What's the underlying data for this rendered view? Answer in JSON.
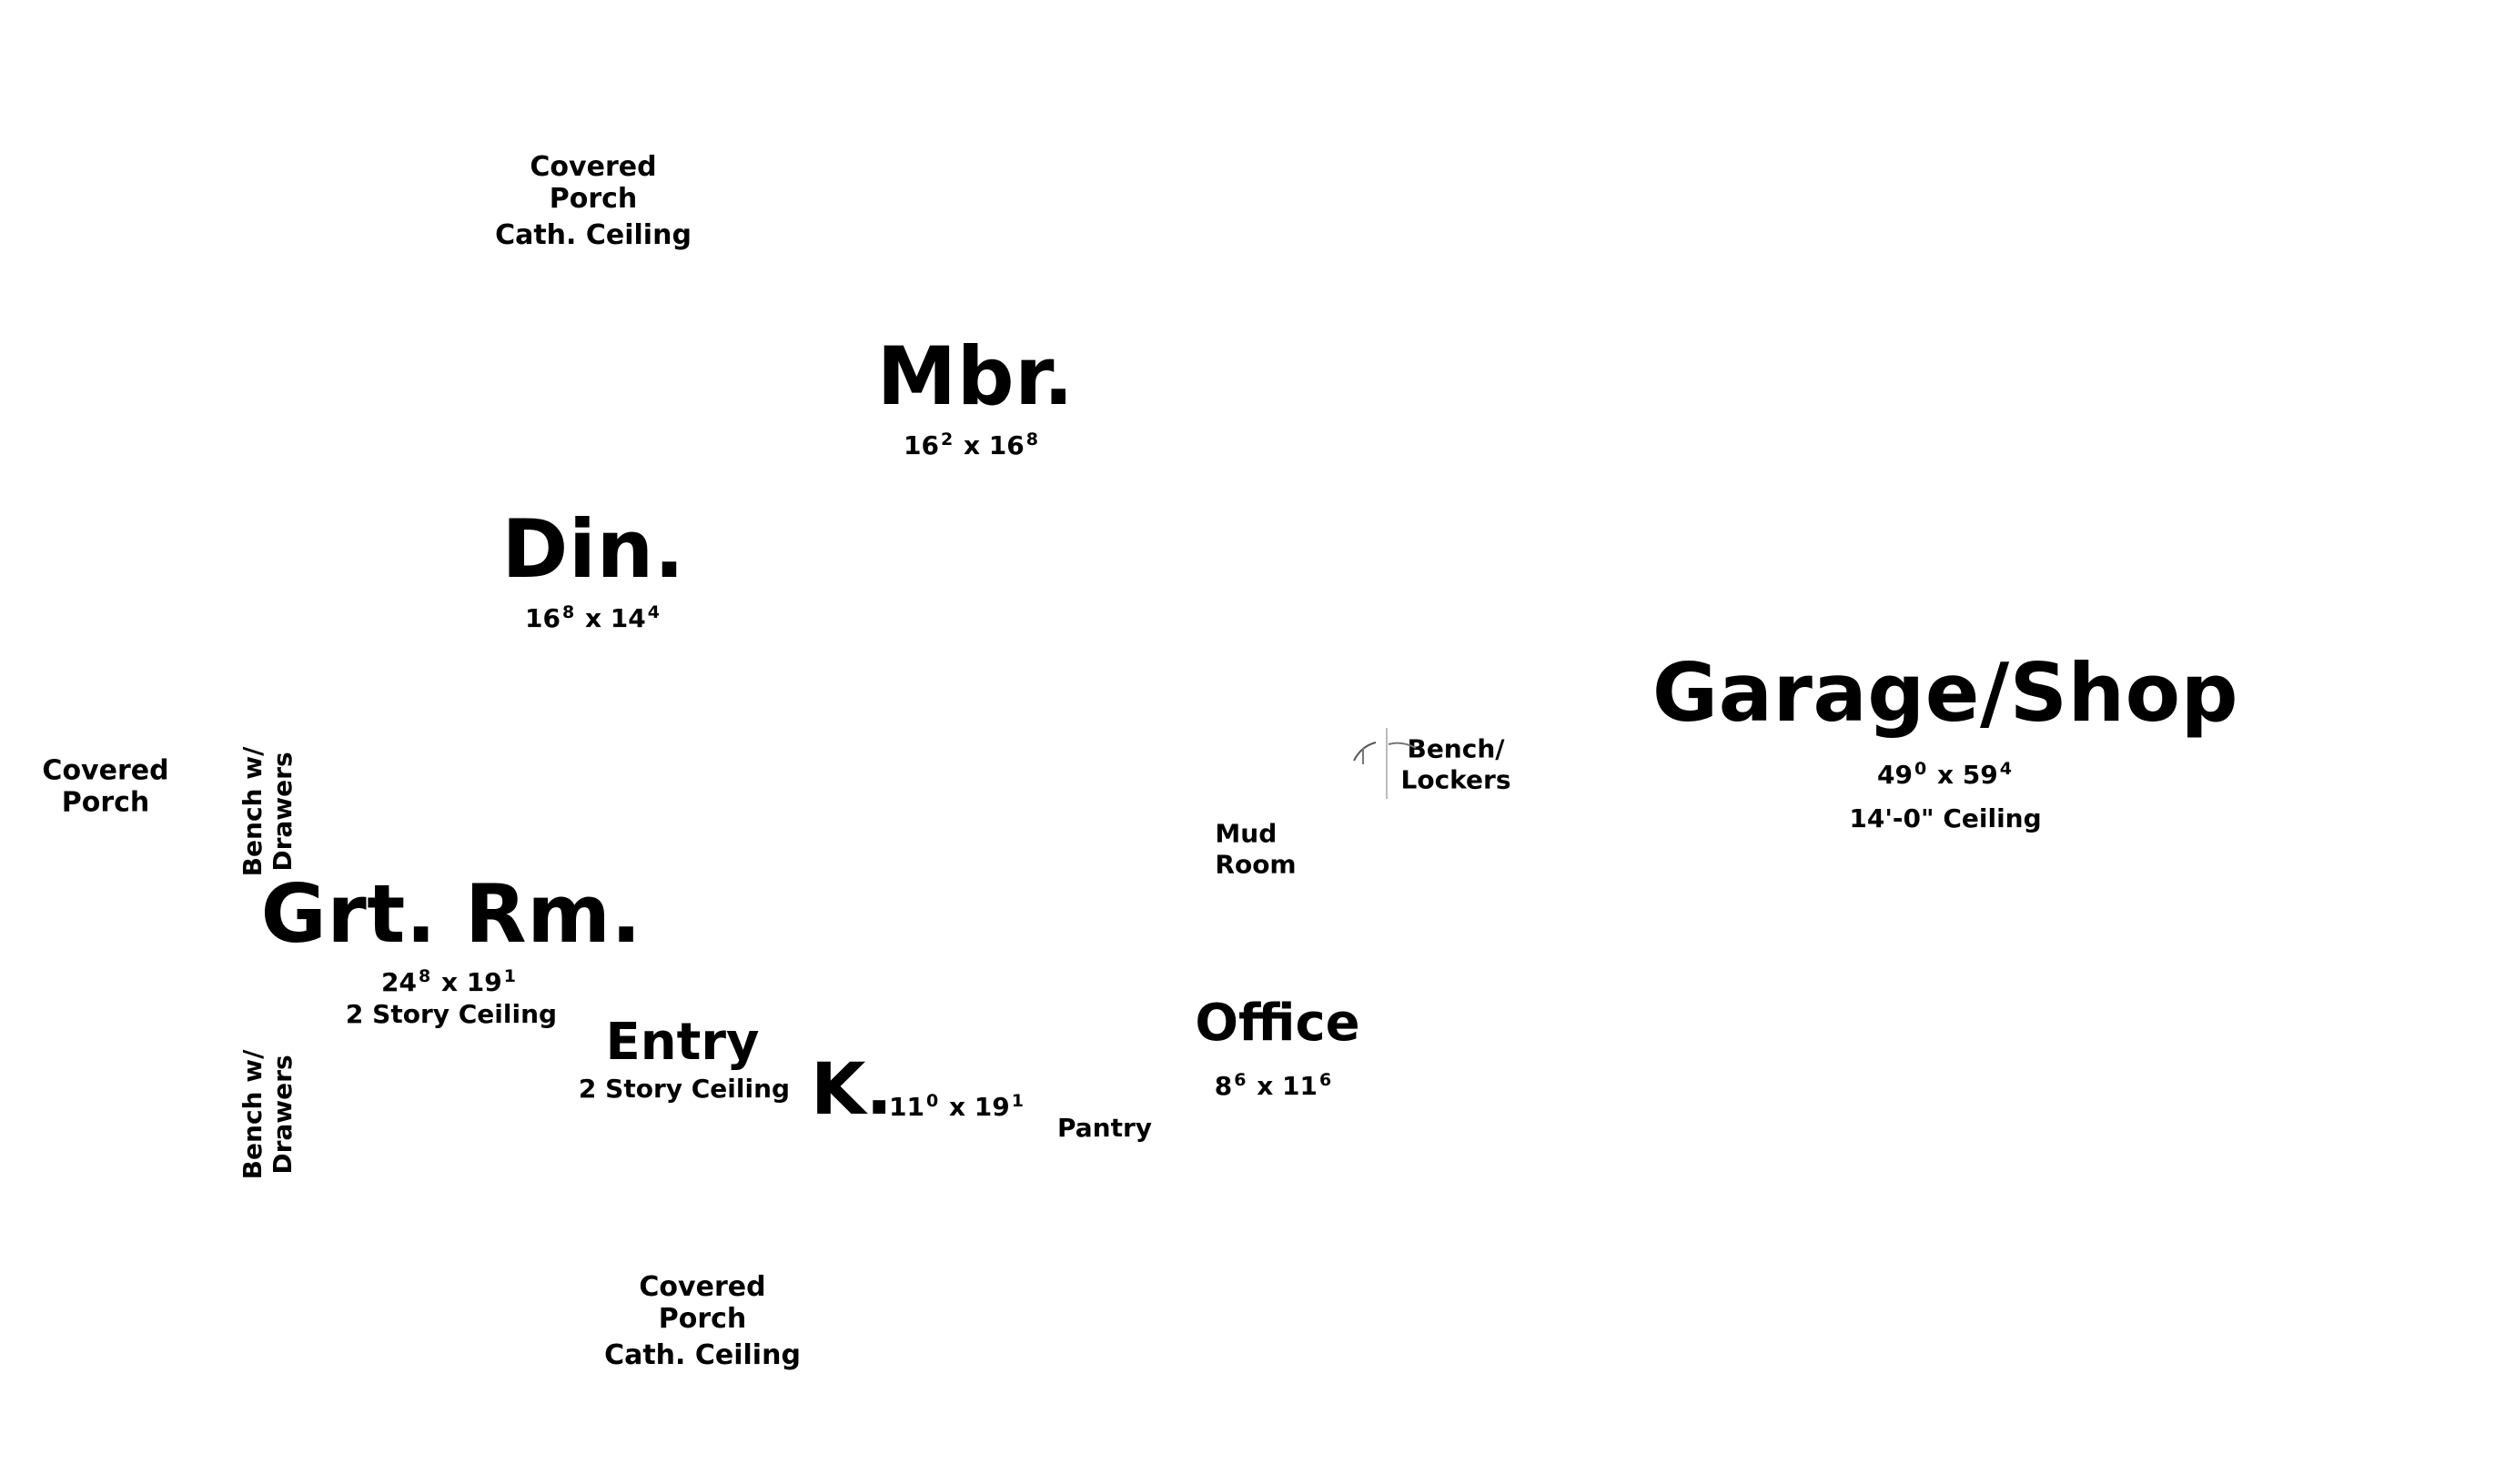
{
  "rooms": {
    "porch_top": {
      "line1": "Covered",
      "line2": "Porch",
      "line3": "Cath. Ceiling"
    },
    "mbr": {
      "name": "Mbr.",
      "w": "16",
      "w_in": "2",
      "x": "x",
      "l": "16",
      "l_in": "8"
    },
    "din": {
      "name": "Din.",
      "w": "16",
      "w_in": "8",
      "x": "x",
      "l": "14",
      "l_in": "4"
    },
    "porch_left": {
      "line1": "Covered",
      "line2": "Porch"
    },
    "bench_upper": {
      "line1": "Bench w/",
      "line2": "Drawers"
    },
    "grt_rm": {
      "name": "Grt. Rm.",
      "w": "24",
      "w_in": "8",
      "x": "x",
      "l": "19",
      "l_in": "1",
      "note": "2 Story Ceiling"
    },
    "bench_lower": {
      "line1": "Bench w/",
      "line2": "Drawers"
    },
    "entry": {
      "name": "Entry",
      "note": "2 Story Ceiling"
    },
    "kitchen": {
      "name": "K.",
      "w": "11",
      "w_in": "0",
      "x": "x",
      "l": "19",
      "l_in": "1"
    },
    "pantry": {
      "name": "Pantry"
    },
    "office": {
      "name": "Office",
      "w": "8",
      "w_in": "6",
      "x": "x",
      "l": "11",
      "l_in": "6"
    },
    "mud_room": {
      "line1": "Mud",
      "line2": "Room"
    },
    "bench_lockers": {
      "line1": "Bench/",
      "line2": "Lockers"
    },
    "garage": {
      "name": "Garage/Shop",
      "w": "49",
      "w_in": "0",
      "x": "x",
      "l": "59",
      "l_in": "4",
      "note": "14'-0\" Ceiling"
    },
    "porch_bottom": {
      "line1": "Covered",
      "line2": "Porch",
      "line3": "Cath. Ceiling"
    }
  }
}
